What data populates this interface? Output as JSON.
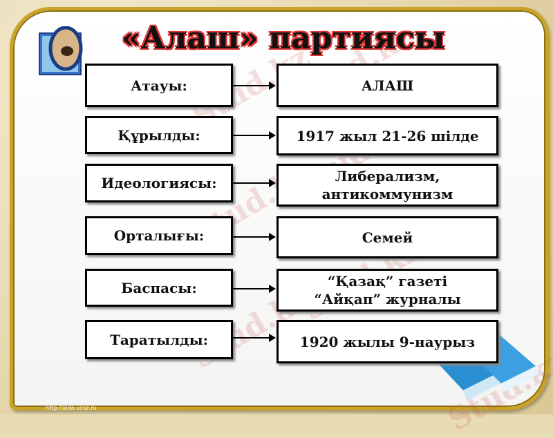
{
  "title": "«Алаш» партиясы",
  "rows": [
    {
      "label": "Атауы:",
      "value": "АЛАШ"
    },
    {
      "label": "Құрылды:",
      "value": "1917 жыл 21-26 шілде"
    },
    {
      "label": "Идеологиясы:",
      "value": "Либерализм, антикоммунизм"
    },
    {
      "label": "Орталығы:",
      "value": "Семей"
    },
    {
      "label": "Баспасы:",
      "value": "“Қазақ” газеті “Айқап” журналы"
    },
    {
      "label": "Таратылды:",
      "value": "1920 жылы 9-наурыз"
    }
  ],
  "watermark": "Stud.kz",
  "footer_url": "http://aida.ucoz.ru",
  "colors": {
    "frame": "#c9a227",
    "title_outline": "#d33333",
    "box_border": "#000000"
  },
  "icons": [
    "adobe-photoshop-album-icon",
    "blue-folders-icon"
  ]
}
